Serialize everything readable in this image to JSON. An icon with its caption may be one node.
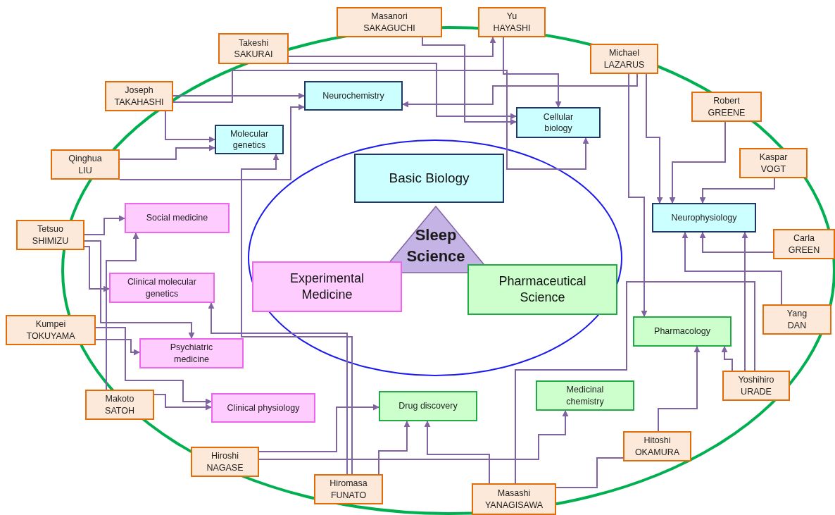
{
  "diagram": {
    "nodes": [
      {
        "text": [
          "Masanori SAKAGUCHI"
        ]
      },
      {
        "text": [
          "Yu HAYASHI"
        ]
      },
      {
        "text": [
          "Takeshi SAKURAI"
        ]
      },
      {
        "text": [
          "Michael LAZARUS"
        ]
      },
      {
        "text": [
          "Joseph TAKAHASHI"
        ]
      },
      {
        "text": [
          "Robert GREENE"
        ]
      },
      {
        "text": [
          "Qinghua LIU"
        ]
      },
      {
        "text": [
          "Kaspar VOGT"
        ]
      },
      {
        "text": [
          "Tetsuo SHIMIZU"
        ]
      },
      {
        "text": [
          "Carla GREEN"
        ]
      },
      {
        "text": [
          "Kumpei TOKUYAMA"
        ]
      },
      {
        "text": [
          "Yang DAN"
        ]
      },
      {
        "text": [
          "Yoshihiro URADE"
        ]
      },
      {
        "text": [
          "Makoto SATOH"
        ]
      },
      {
        "text": [
          "Hitoshi OKAMURA"
        ]
      },
      {
        "text": [
          "Hiroshi NAGASE"
        ]
      },
      {
        "text": [
          "Hiromasa FUNATO"
        ]
      },
      {
        "text": [
          "Masashi YANAGISAWA"
        ]
      },
      {
        "text": [
          "Neurochemistry"
        ]
      },
      {
        "text": [
          "Molecular genetics"
        ]
      },
      {
        "text": [
          "Cellular biology"
        ]
      },
      {
        "text": [
          "Neurophysiology"
        ]
      },
      {
        "text": [
          "Social medicine"
        ]
      },
      {
        "text": [
          "Clinical molecular genetics"
        ]
      },
      {
        "text": [
          "Psychiatric medicine"
        ]
      },
      {
        "text": [
          "Clinical physiology"
        ]
      },
      {
        "text": [
          "Pharmacology"
        ]
      },
      {
        "text": [
          "Drug discovery"
        ]
      },
      {
        "text": [
          "Medicinal chemistry"
        ]
      },
      {
        "text": [
          "Basic Biology"
        ]
      },
      {
        "text": [
          "Sleep Science"
        ]
      },
      {
        "text": [
          "Experimental Medicine"
        ]
      },
      {
        "text": [
          "Pharmaceutical Science"
        ]
      }
    ],
    "edges": [
      {
        "from": 4,
        "to": 18,
        "arrow": "to"
      },
      {
        "from": 4,
        "to": 19,
        "arrow": "to"
      },
      {
        "from": 6,
        "to": 19,
        "arrow": "to"
      },
      {
        "from": 6,
        "to": 18,
        "arrow": "to"
      },
      {
        "from": 2,
        "to": 1,
        "arrow": "to"
      },
      {
        "from": 1,
        "to": 20,
        "arrow": "to"
      },
      {
        "from": 0,
        "to": 20,
        "arrow": "to"
      },
      {
        "from": 2,
        "to": 20,
        "arrow": "to"
      },
      {
        "from": 3,
        "to": 18,
        "arrow": "to"
      },
      {
        "from": 3,
        "to": 21,
        "arrow": "to"
      },
      {
        "from": 5,
        "to": 21,
        "arrow": "to"
      },
      {
        "from": 7,
        "to": 21,
        "arrow": "to"
      },
      {
        "from": 9,
        "to": 21,
        "arrow": "to"
      },
      {
        "from": 11,
        "to": 21,
        "arrow": "to"
      },
      {
        "from": 12,
        "to": 21,
        "arrow": "to"
      },
      {
        "from": 12,
        "to": 26,
        "arrow": "to"
      },
      {
        "from": 14,
        "to": 26,
        "arrow": "to"
      },
      {
        "from": 3,
        "to": 26,
        "arrow": "to"
      },
      {
        "from": 8,
        "to": 22,
        "arrow": "to"
      },
      {
        "from": 8,
        "to": 23,
        "arrow": "to"
      },
      {
        "from": 8,
        "to": 24,
        "arrow": "to"
      },
      {
        "from": 13,
        "to": 22,
        "arrow": "to"
      },
      {
        "from": 13,
        "to": 25,
        "arrow": "to"
      },
      {
        "from": 10,
        "to": 25,
        "arrow": "to"
      },
      {
        "from": 10,
        "to": 24,
        "arrow": "to"
      },
      {
        "from": 16,
        "to": 23,
        "arrow": "to"
      },
      {
        "from": 16,
        "to": 19,
        "arrow": "to"
      },
      {
        "from": 15,
        "to": 27,
        "arrow": "to"
      },
      {
        "from": 16,
        "to": 27,
        "arrow": "to"
      },
      {
        "from": 17,
        "to": 27,
        "arrow": "to"
      },
      {
        "from": 15,
        "to": 28,
        "arrow": "to"
      },
      {
        "from": 17,
        "to": 12,
        "arrow": "none"
      },
      {
        "from": 14,
        "to": 17,
        "arrow": "none"
      },
      {
        "from": 4,
        "to": 20,
        "arrow": "to"
      }
    ]
  }
}
